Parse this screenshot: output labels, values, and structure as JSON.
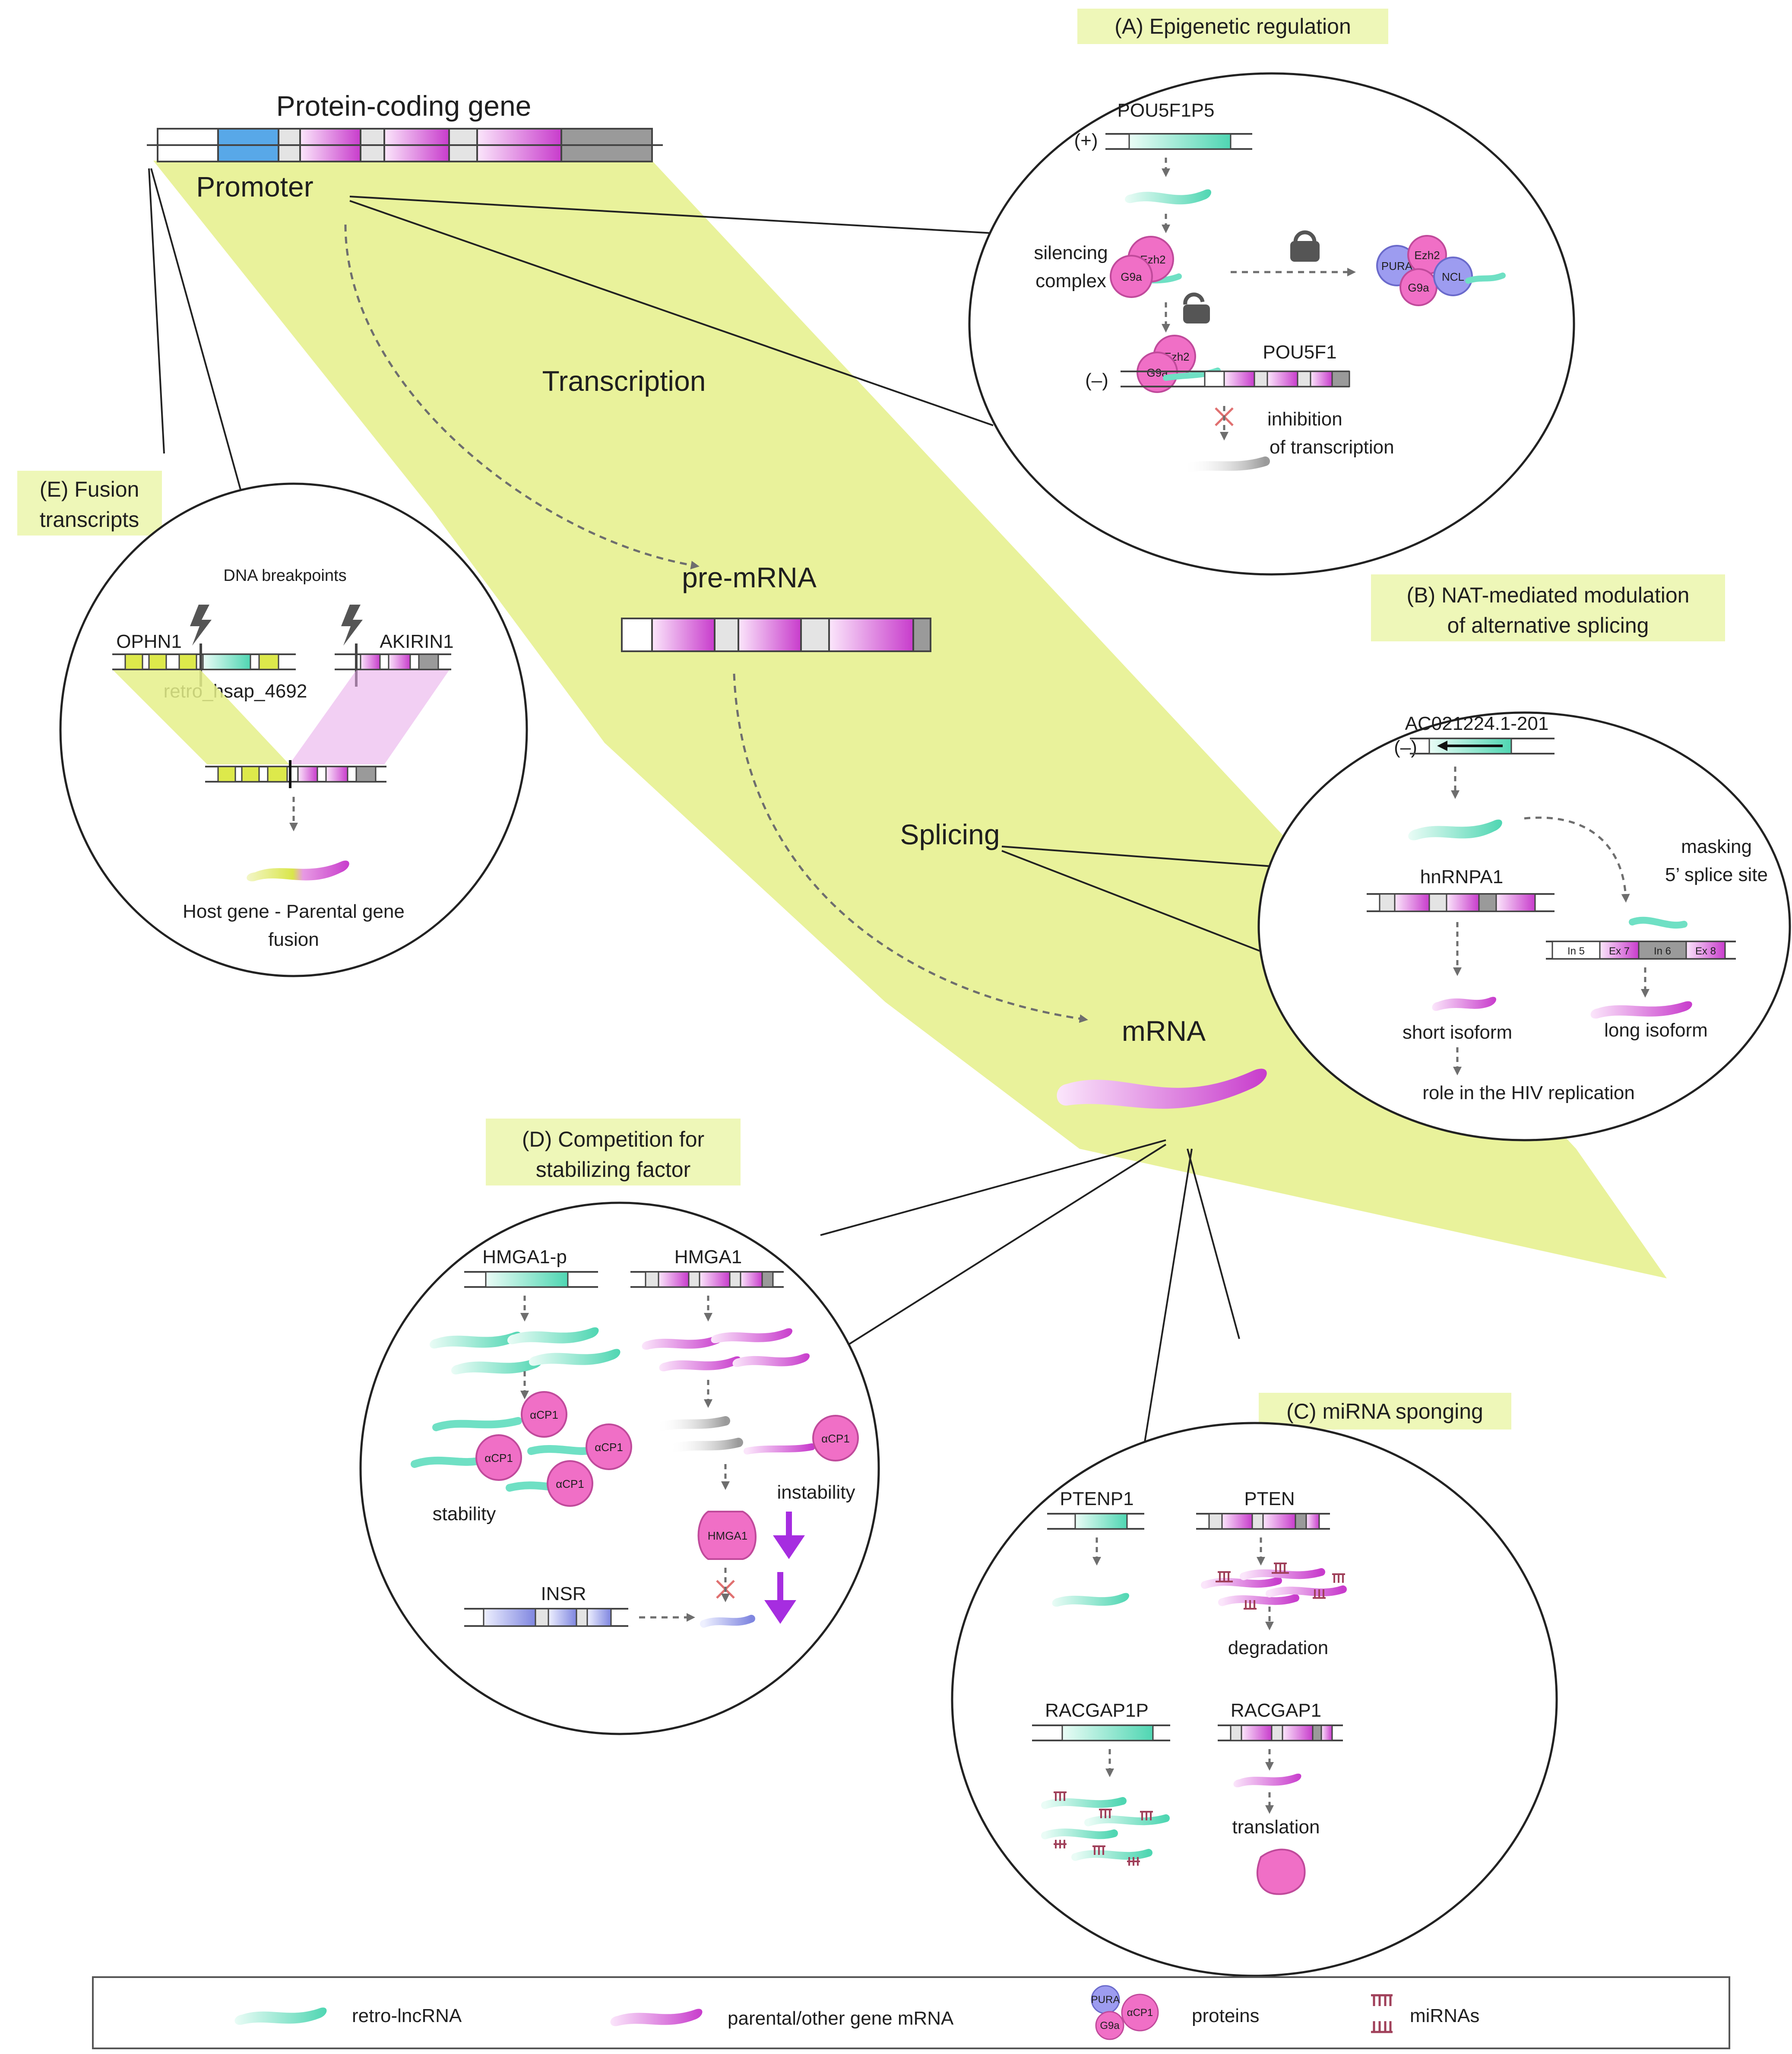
{
  "colors": {
    "retro": "#6fe0c4",
    "parental": "#d64ed8",
    "protein": "#f06fc6",
    "protein_blue": "#9d9cf0",
    "band": "#e5f08a",
    "highlight": "#eef7b8",
    "arrow_gray": "#6e6e6e",
    "purple_arrow": "#a62de0",
    "gray_exon": "#9a9a9a",
    "blue_exon": "#58a8e8",
    "yellow_exon": "#dde94b",
    "insr": "#9aa0e8"
  },
  "main": {
    "gene_title": "Protein-coding gene",
    "promoter": "Promoter",
    "transcription": "Transcription",
    "pre_mrna": "pre-mRNA",
    "splicing": "Splicing",
    "mrna": "mRNA"
  },
  "panel_a": {
    "title": "(A) Epigenetic regulation",
    "gene_top": "POU5F1P5",
    "plus_strand": "(+)",
    "silencing": "silencing",
    "complex": "complex",
    "gene_bottom": "POU5F1",
    "minus_strand": "(–)",
    "inhibition": "inhibition",
    "of_transcription": "of transcription",
    "proteins": {
      "ezh2": "Ezh2",
      "g9a": "G9a",
      "pura": "PURA",
      "ncl": "NCL"
    }
  },
  "panel_b": {
    "title_line1": "(B) NAT-mediated modulation",
    "title_line2": "of alternative splicing",
    "gene": "AC021224.1-201",
    "minus_strand": "(–)",
    "hnrnpa1": "hnRNPA1",
    "masking": "masking",
    "splice_site": "5’ splice site",
    "exons": [
      "In 5",
      "Ex 7",
      "In 6",
      "Ex 8"
    ],
    "short_isoform": "short isoform",
    "long_isoform": "long isoform",
    "hiv": "role in the HIV replication"
  },
  "panel_c": {
    "title": "(C) miRNA sponging",
    "ptenp1": "PTENP1",
    "pten": "PTEN",
    "degradation": "degradation",
    "racgap1p": "RACGAP1P",
    "racgap1": "RACGAP1",
    "translation": "translation"
  },
  "panel_d": {
    "title_line1": "(D) Competition for",
    "title_line2": "stabilizing factor",
    "hmga1p": "HMGA1-p",
    "hmga1": "HMGA1",
    "acp1": "αCP1",
    "stability": "stability",
    "instability": "instability",
    "hmga1_protein": "HMGA1",
    "insr": "INSR"
  },
  "panel_e": {
    "title_line1": "(E) Fusion",
    "title_line2": "transcripts",
    "dna_breakpoints": "DNA breakpoints",
    "ophn1": "OPHN1",
    "akirin1": "AKIRIN1",
    "retro": "retro_hsap_4692",
    "fusion_line1": "Host gene - Parental gene",
    "fusion_line2": "fusion"
  },
  "legend": {
    "retro": "retro-lncRNA",
    "parental": "parental/other gene mRNA",
    "proteins": "proteins",
    "mirnas": "miRNAs",
    "acp1": "αCP1",
    "pura": "PURA",
    "g9a": "G9a"
  }
}
